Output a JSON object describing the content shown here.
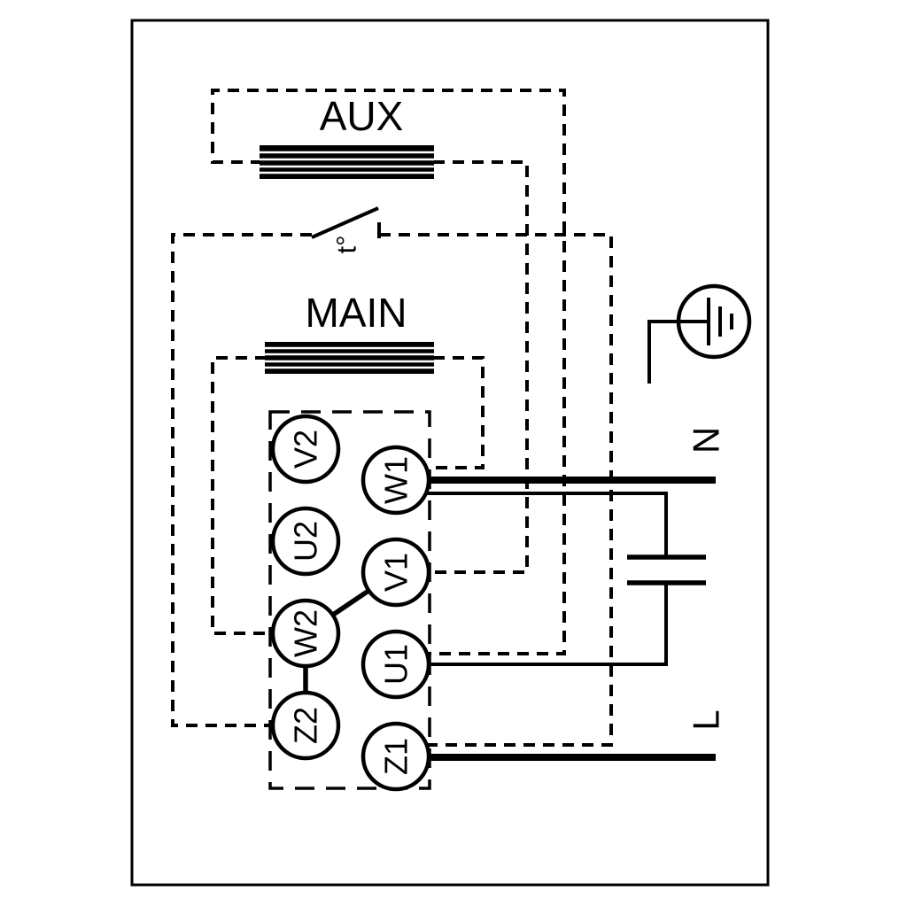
{
  "diagram": {
    "aux_winding_label": "AUX",
    "main_winding_label": "MAIN",
    "thermal_switch_label": "t°",
    "neutral_label": "N",
    "line_label": "L",
    "terminals": {
      "left_column": [
        "V2",
        "U2",
        "W2",
        "Z2"
      ],
      "right_column": [
        "W1",
        "V1",
        "U1",
        "Z1"
      ]
    },
    "colors": {
      "ink": "#000000",
      "background": "#ffffff"
    }
  }
}
